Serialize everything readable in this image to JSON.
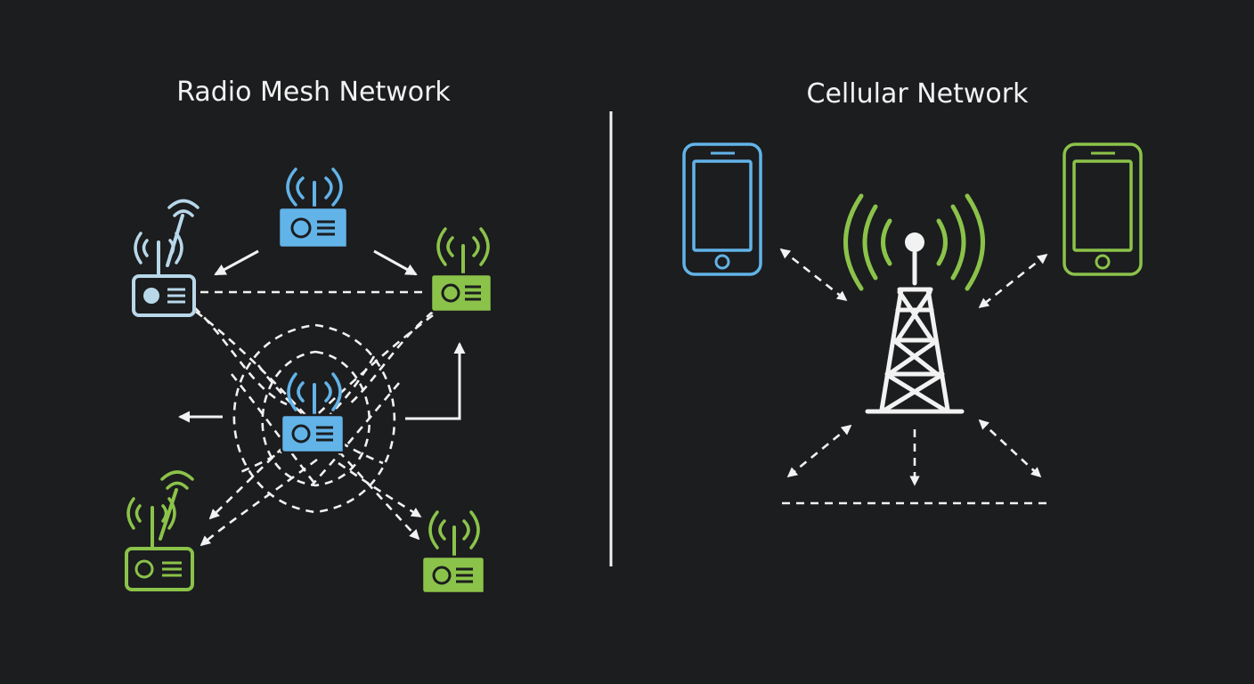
{
  "panels": {
    "left": {
      "title": "Radio Mesh Network"
    },
    "right": {
      "title": "Cellular Network"
    }
  },
  "colors": {
    "background": "#1c1d1f",
    "line": "#f2f2f2",
    "blue": "#62b3e8",
    "green": "#8bc34a",
    "pale_blue": "#b8d8ea"
  },
  "mesh_nodes": [
    {
      "id": "top-radio",
      "icon": "radio-icon",
      "color": "blue"
    },
    {
      "id": "left-router",
      "icon": "router-icon",
      "color": "pale_blue"
    },
    {
      "id": "right-radio",
      "icon": "radio-icon",
      "color": "green"
    },
    {
      "id": "center-radio",
      "icon": "radio-icon",
      "color": "blue"
    },
    {
      "id": "bottom-left-router",
      "icon": "router-icon",
      "color": "green"
    },
    {
      "id": "bottom-right-radio",
      "icon": "radio-icon",
      "color": "green"
    }
  ],
  "cellular_nodes": [
    {
      "id": "left-phone",
      "icon": "smartphone-icon",
      "color": "blue"
    },
    {
      "id": "cell-tower",
      "icon": "cell-tower-icon",
      "color": "green"
    },
    {
      "id": "right-phone",
      "icon": "smartphone-icon",
      "color": "green"
    }
  ]
}
